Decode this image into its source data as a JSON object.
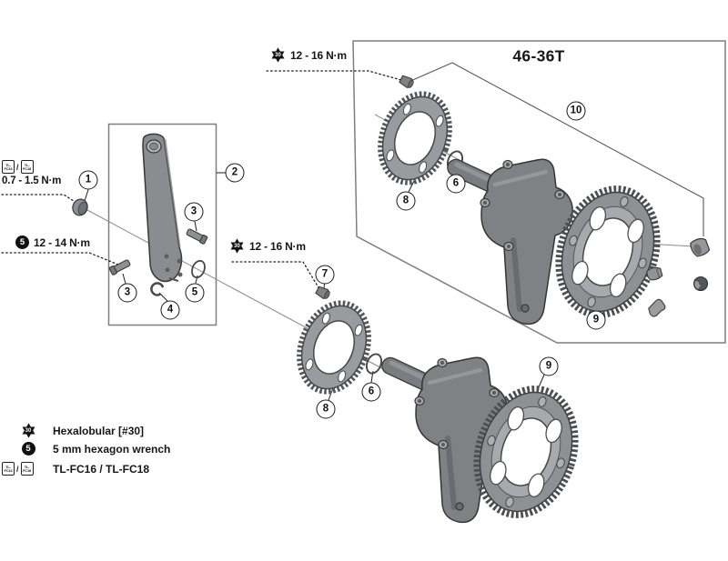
{
  "title": "46-36T",
  "torque_labels": {
    "crank_cap": {
      "value": "0.7 - 1.5 N·m"
    },
    "left_arm_bolts": {
      "value": "12 - 14 N·m"
    },
    "chainring_bolt_lower": {
      "value": "12 - 16 N·m"
    },
    "chainring_bolt_upper": {
      "value": "12 - 16 N·m"
    }
  },
  "icons": {
    "hexalobular_size": "30",
    "hex_wrench_size": "5",
    "tool_a_line1": "TL-",
    "tool_a_line2": "FC16",
    "tool_b_line1": "TL-",
    "tool_b_line2": "FC18",
    "tool_separator": "/"
  },
  "callouts": {
    "c1": "1",
    "c2": "2",
    "c3_top": "3",
    "c3_left": "3",
    "c4": "4",
    "c5": "5",
    "c6_upper": "6",
    "c6_lower": "6",
    "c7": "7",
    "c8_upper": "8",
    "c8_lower": "8",
    "c9_upper": "9",
    "c9_lower": "9",
    "c10": "10"
  },
  "legend": {
    "items": [
      {
        "icon": "hexalobular-30-icon",
        "label": "Hexalobular [#30]"
      },
      {
        "icon": "hex-wrench-5-icon",
        "label": "5 mm hexagon wrench"
      },
      {
        "icon": "tl-fc16-fc18-icon",
        "label": "TL-FC16 / TL-FC18"
      }
    ]
  }
}
